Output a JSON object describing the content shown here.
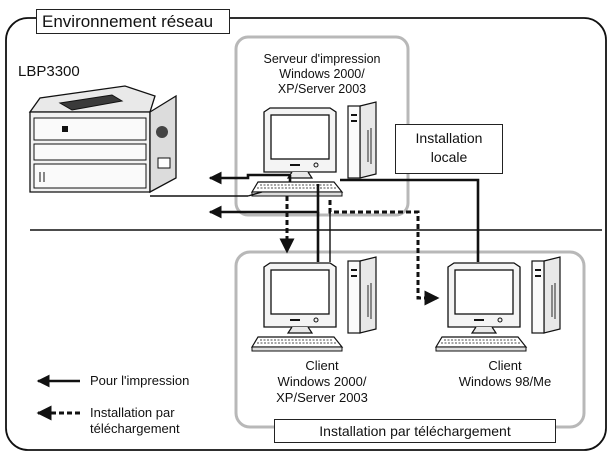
{
  "title": "Environnement réseau",
  "printer_model": "LBP3300",
  "server_label": [
    "Serveur d'impression",
    "Windows 2000/",
    "XP/Server 2003"
  ],
  "local_install": [
    "Installation",
    "locale"
  ],
  "client1_label": [
    "Client",
    "Windows 2000/",
    "XP/Server 2003"
  ],
  "client2_label": [
    "Client",
    "Windows 98/Me"
  ],
  "download_install": "Installation par téléchargement",
  "legend": {
    "print": "Pour l'impression",
    "download": [
      "Installation par",
      "téléchargement"
    ]
  },
  "colors": {
    "ink": "#111111",
    "panel_border": "#b8b8b8",
    "printer_body": "#f2f2f2",
    "printer_dark": "#3a3a3a"
  }
}
